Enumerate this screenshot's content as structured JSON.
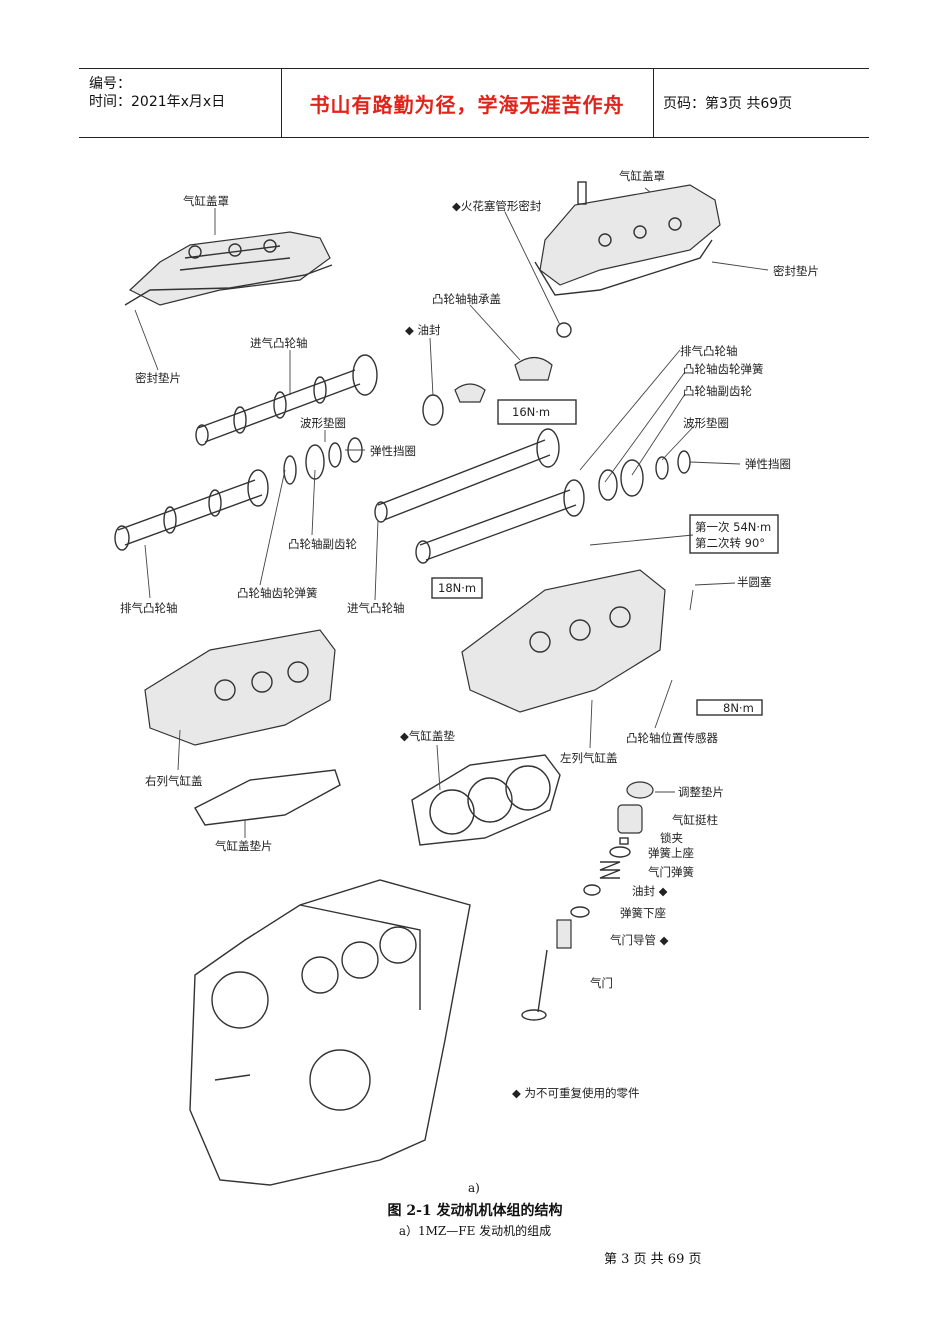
{
  "header": {
    "code_label": "编号：",
    "time_label": "时间：2021年x月x日",
    "motto": "书山有路勤为径，学海无涯苦作舟",
    "page_label": "页码：第3页  共69页"
  },
  "figure": {
    "labels": {
      "cover_left": "气缸盖罩",
      "gasket_left": "密封垫片",
      "cover_right": "气缸盖罩",
      "gasket_right": "密封垫片",
      "spark_seal": "◆火花塞管形密封",
      "cam_cap": "凸轮轴轴承盖",
      "oil_seal": "◆ 油封",
      "torque_16": "16N·m",
      "intake_cam_top": "进气凸轮轴",
      "exhaust_cam_right": "排气凸轮轴",
      "spring_right": "凸轮轴齿轮弹簧",
      "subgear_right": "凸轮轴副齿轮",
      "wave_washer_mid": "波形垫圈",
      "wave_washer_right": "波形垫圈",
      "snap_ring_mid": "弹性挡圈",
      "snap_ring_right": "弹性挡圈",
      "subgear_mid": "凸轮轴副齿轮",
      "spring_mid": "凸轮轴齿轮弹簧",
      "exhaust_cam_left": "排气凸轮轴",
      "intake_cam_bottom": "进气凸轮轴",
      "torque_54_a": "第一次 54N·m",
      "torque_54_b": "第二次转 90°",
      "torque_18": "18N·m",
      "half_plug": "半圆塞",
      "torque_8": "8N·m",
      "cam_sensor": "凸轮轴位置传感器",
      "right_head": "右列气缸盖",
      "left_head": "左列气缸盖",
      "head_gasket": "◆气缸盖垫",
      "head_gasket_small": "气缸盖垫片",
      "shim": "调整垫片",
      "lifter": "气缸挺柱",
      "keeper": "锁夹",
      "spring_seat_upper": "弹簧上座",
      "valve_spring": "气门弹簧",
      "valve_oil_seal": "油封 ◆",
      "spring_seat_lower": "弹簧下座",
      "valve_guide": "气门导管 ◆",
      "valve": "气门",
      "legend_note": "◆ 为不可重复使用的零件"
    },
    "sub_label": "a)",
    "caption_title": "图 2-1   发动机机体组的结构",
    "caption_sub": "a）1MZ—FE 发动机的组成"
  },
  "footer": {
    "page_text": "第 3 页  共 69 页"
  }
}
